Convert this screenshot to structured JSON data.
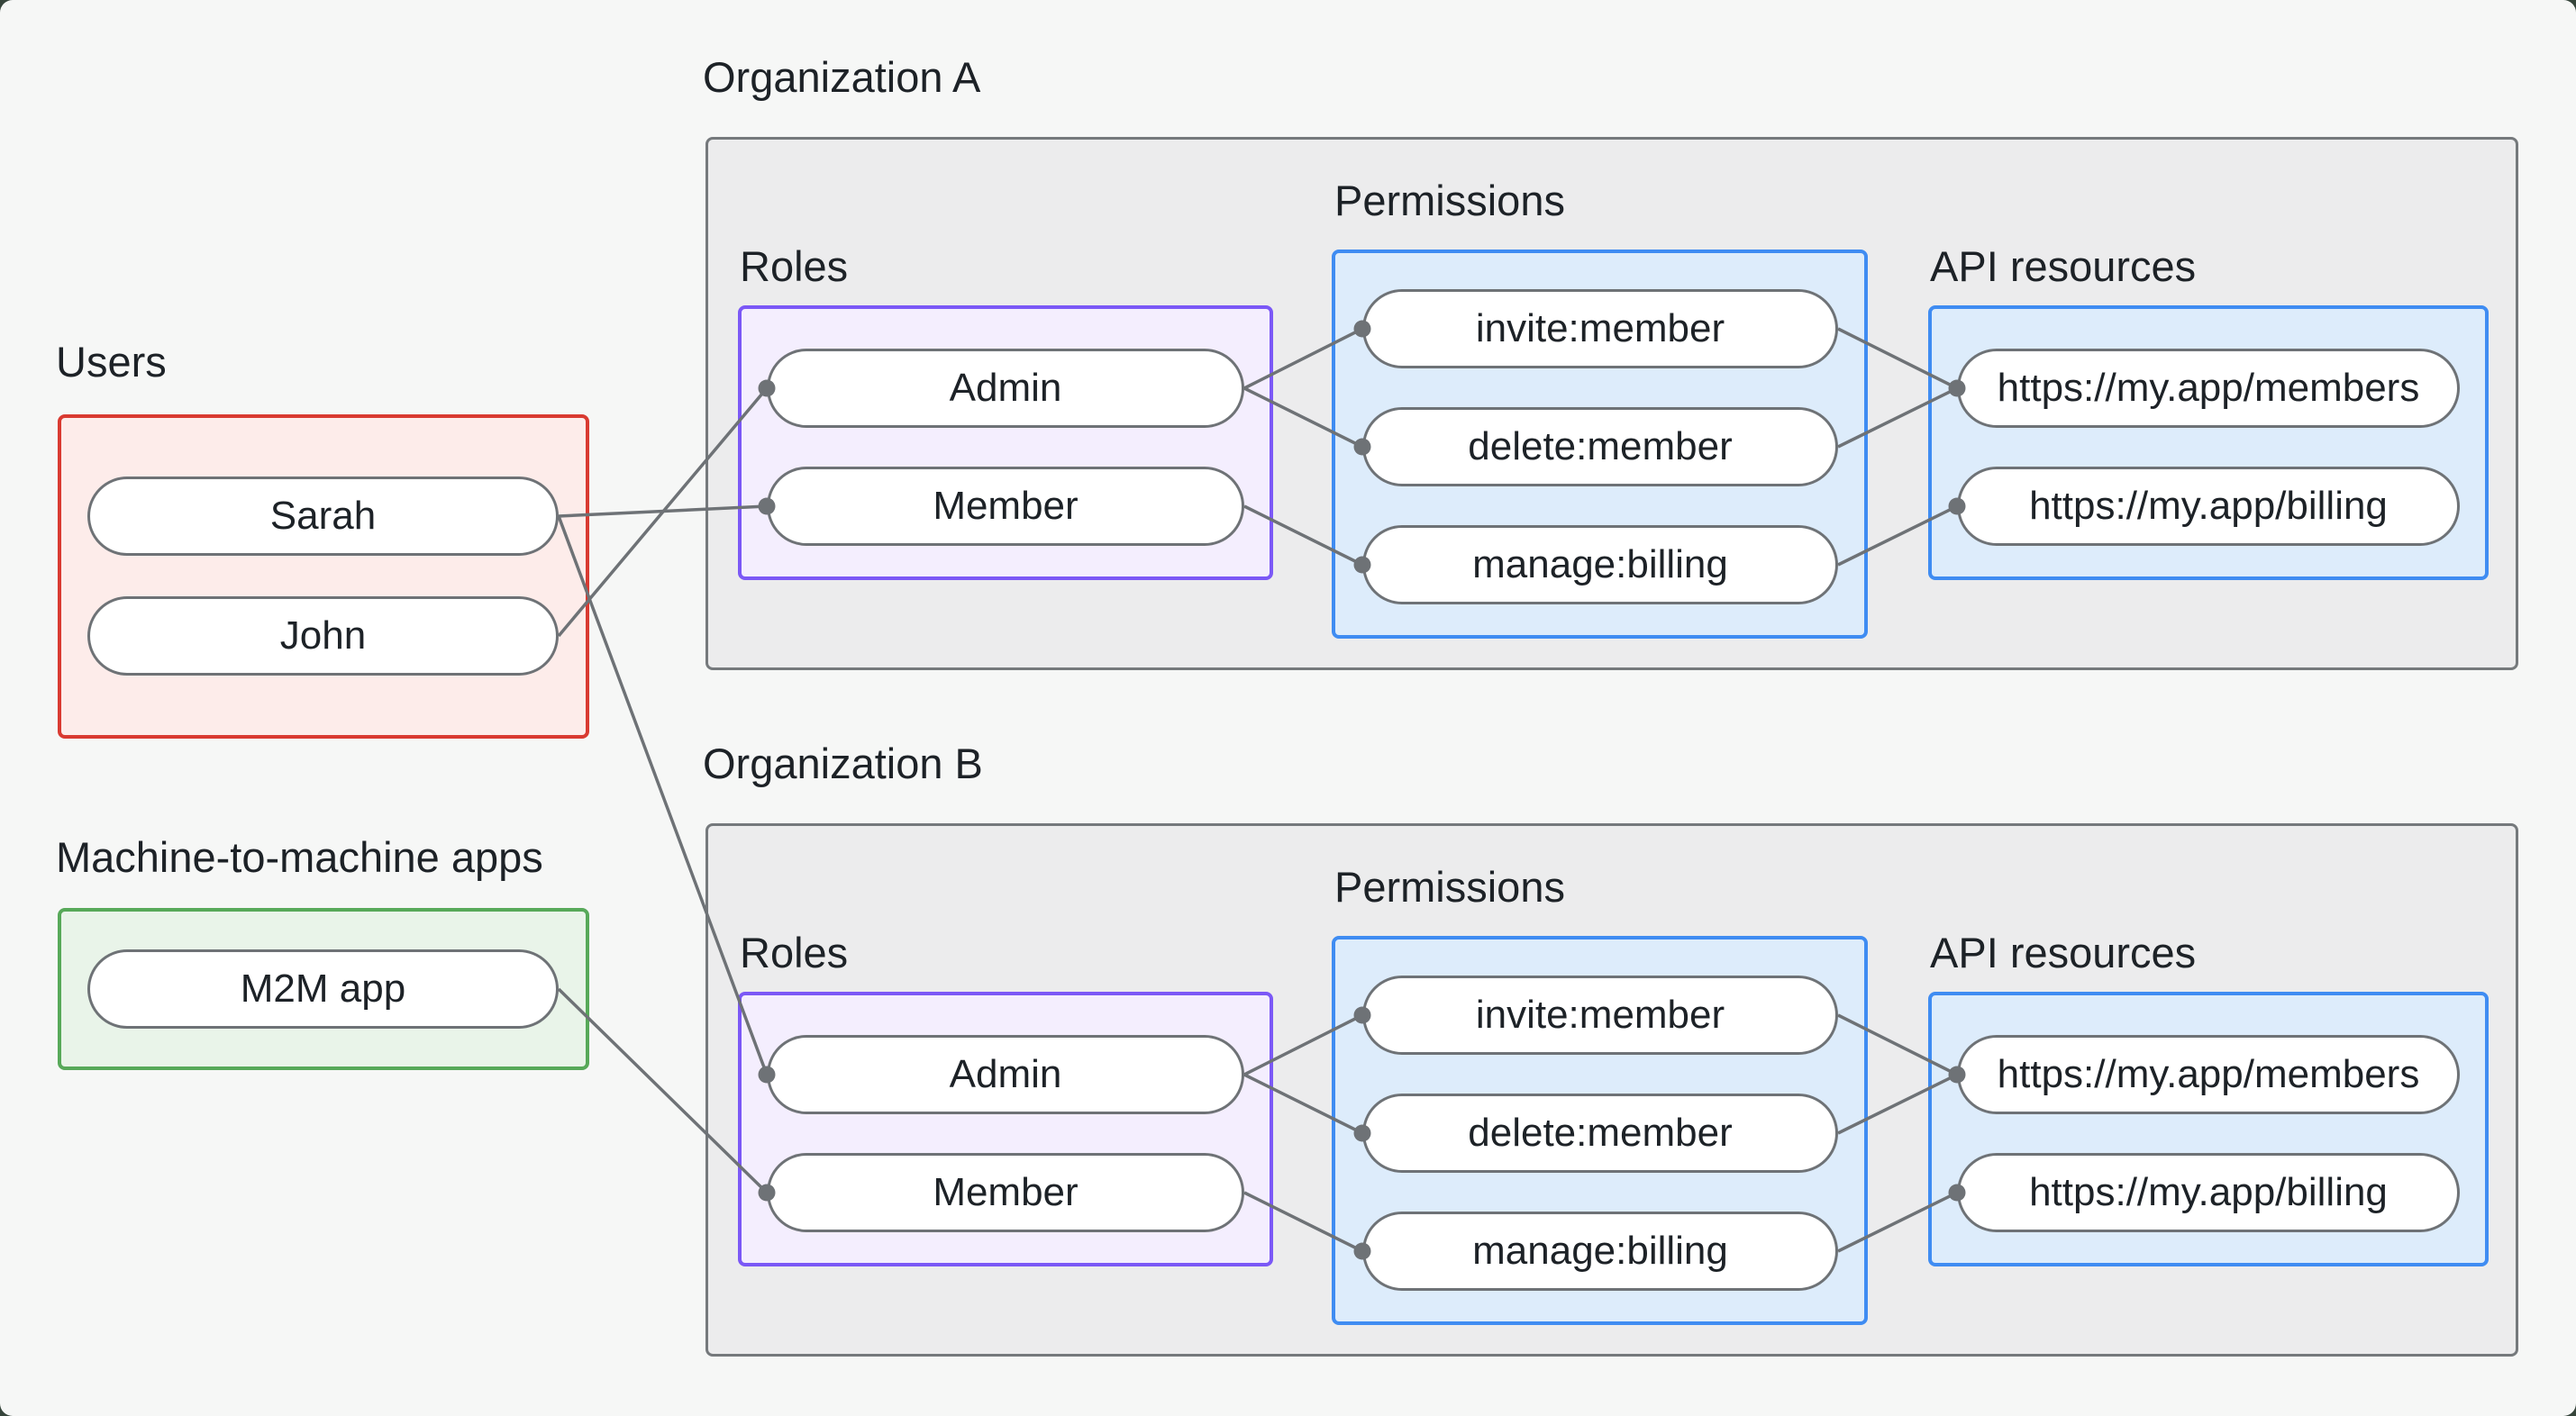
{
  "users_section": {
    "label": "Users",
    "items": [
      "Sarah",
      "John"
    ]
  },
  "m2m_section": {
    "label": "Machine-to-machine apps",
    "items": [
      "M2M app"
    ]
  },
  "orgs": [
    {
      "label": "Organization A",
      "roles_label": "Roles",
      "roles": [
        "Admin",
        "Member"
      ],
      "permissions_label": "Permissions",
      "permissions": [
        "invite:member",
        "delete:member",
        "manage:billing"
      ],
      "api_label": "API resources",
      "resources": [
        "https://my.app/members",
        "https://my.app/billing"
      ]
    },
    {
      "label": "Organization B",
      "roles_label": "Roles",
      "roles": [
        "Admin",
        "Member"
      ],
      "permissions_label": "Permissions",
      "permissions": [
        "invite:member",
        "delete:member",
        "manage:billing"
      ],
      "api_label": "API resources",
      "resources": [
        "https://my.app/members",
        "https://my.app/billing"
      ]
    }
  ],
  "edges": [
    {
      "from": "sarah",
      "to": "a-member"
    },
    {
      "from": "john",
      "to": "a-admin"
    },
    {
      "from": "sarah",
      "to": "b-admin"
    },
    {
      "from": "m2m",
      "to": "b-member"
    },
    {
      "from": "a-admin",
      "to": "a-invite"
    },
    {
      "from": "a-admin",
      "to": "a-delete"
    },
    {
      "from": "a-member",
      "to": "a-manage"
    },
    {
      "from": "a-invite",
      "to": "a-members"
    },
    {
      "from": "a-delete",
      "to": "a-members"
    },
    {
      "from": "a-manage",
      "to": "a-billing"
    },
    {
      "from": "b-admin",
      "to": "b-invite"
    },
    {
      "from": "b-admin",
      "to": "b-delete"
    },
    {
      "from": "b-member",
      "to": "b-manage"
    },
    {
      "from": "b-invite",
      "to": "b-members"
    },
    {
      "from": "b-delete",
      "to": "b-members"
    },
    {
      "from": "b-manage",
      "to": "b-billing"
    }
  ],
  "colors": {
    "page_bg": "#f6f7f6",
    "backdrop": "#36453b",
    "org_border": "#75797c",
    "org_fill": "#ececed",
    "red_border": "#d93a31",
    "red_fill": "#fdecea",
    "green_border": "#57a959",
    "green_fill": "#e9f4e9",
    "purple_border": "#7b58f6",
    "purple_fill": "#f4eefe",
    "blue_border": "#3f8cf2",
    "blue_fill": "#ddecfb",
    "connector": "#6e7276",
    "node_border": "#6e7276",
    "node_fill": "#ffffff",
    "text": "#1d2227"
  }
}
